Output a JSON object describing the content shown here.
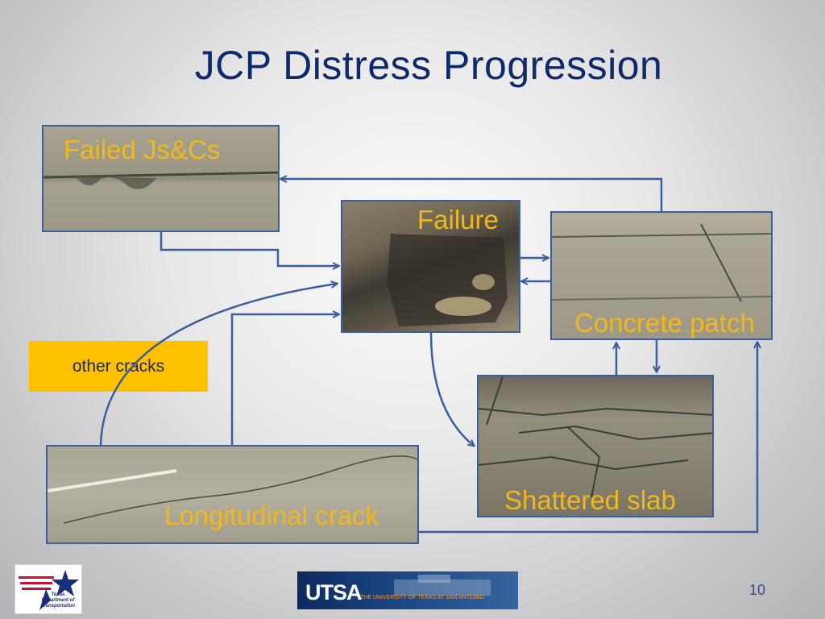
{
  "title": "JCP Distress Progression",
  "nodes": {
    "failed_js": "Failed Js&Cs",
    "failure": "Failure",
    "concrete_patch": "Concrete patch",
    "shattered_slab": "Shattered slab",
    "longitudinal_crack": "Longitudinal crack",
    "other_cracks": "other cracks"
  },
  "footer": {
    "txdot_text": "Texas Department of Transportation",
    "utsa_logo": "UTSA",
    "utsa_name": "THE UNIVERSITY OF TEXAS AT SAN ANTONIO",
    "page_number": "10"
  },
  "colors": {
    "title": "#0f2a6b",
    "label": "#f2b81b",
    "arrow": "#3b5f9e",
    "callout": "#ffc000"
  }
}
